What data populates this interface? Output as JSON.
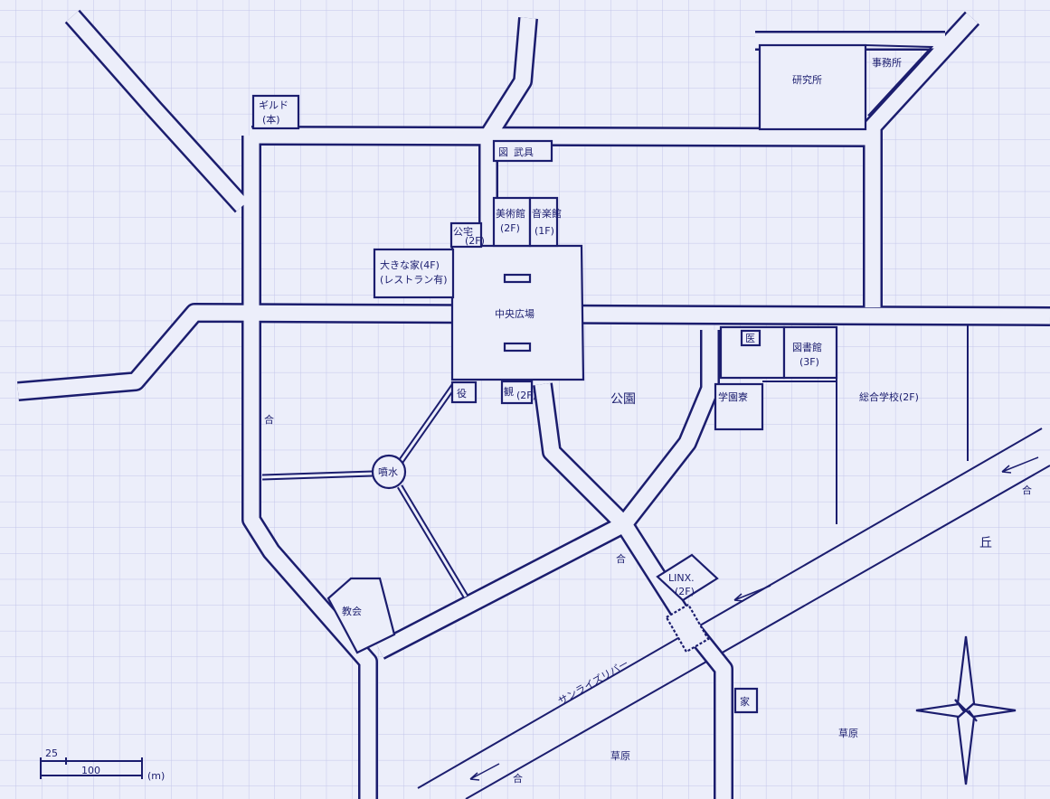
{
  "map": {
    "colors": {
      "paper": "#eceefa",
      "grid": "#c3c6ea",
      "ink": "#1b1d6e"
    },
    "labels": {
      "guild": "ギルド",
      "guild_sub": "(本)",
      "weapon_shop": "武具",
      "weapon_icon": "図",
      "art_museum": "美術館",
      "art_museum_floor": "(2F)",
      "music_hall": "音楽館",
      "music_hall_floor": "(1F)",
      "public_house": "公宅",
      "public_house_floor": "(2F)",
      "big_house": "大きな家(4F)",
      "big_house_sub": "(レストラン有)",
      "central_plaza": "中央広場",
      "research_lab": "研究所",
      "office": "事務所",
      "clinic": "医",
      "library": "図書館",
      "library_floor": "(3F)",
      "dormitory": "学園寮",
      "school": "総合学校(2F)",
      "park": "公園",
      "fountain": "噴水",
      "church": "教会",
      "town_office": "役",
      "building_2f": "観",
      "building_2f_floor": "(2F)",
      "linx": "LINX.",
      "linx_floor": "(2F)",
      "river": "サンライズリバー",
      "grassland_1": "草原",
      "grassland_2": "草原",
      "hill": "丘",
      "home": "家"
    },
    "scale": {
      "small": "25",
      "large": "100",
      "unit": "(m)"
    },
    "markers": [
      "合",
      "合",
      "合",
      "合"
    ]
  }
}
